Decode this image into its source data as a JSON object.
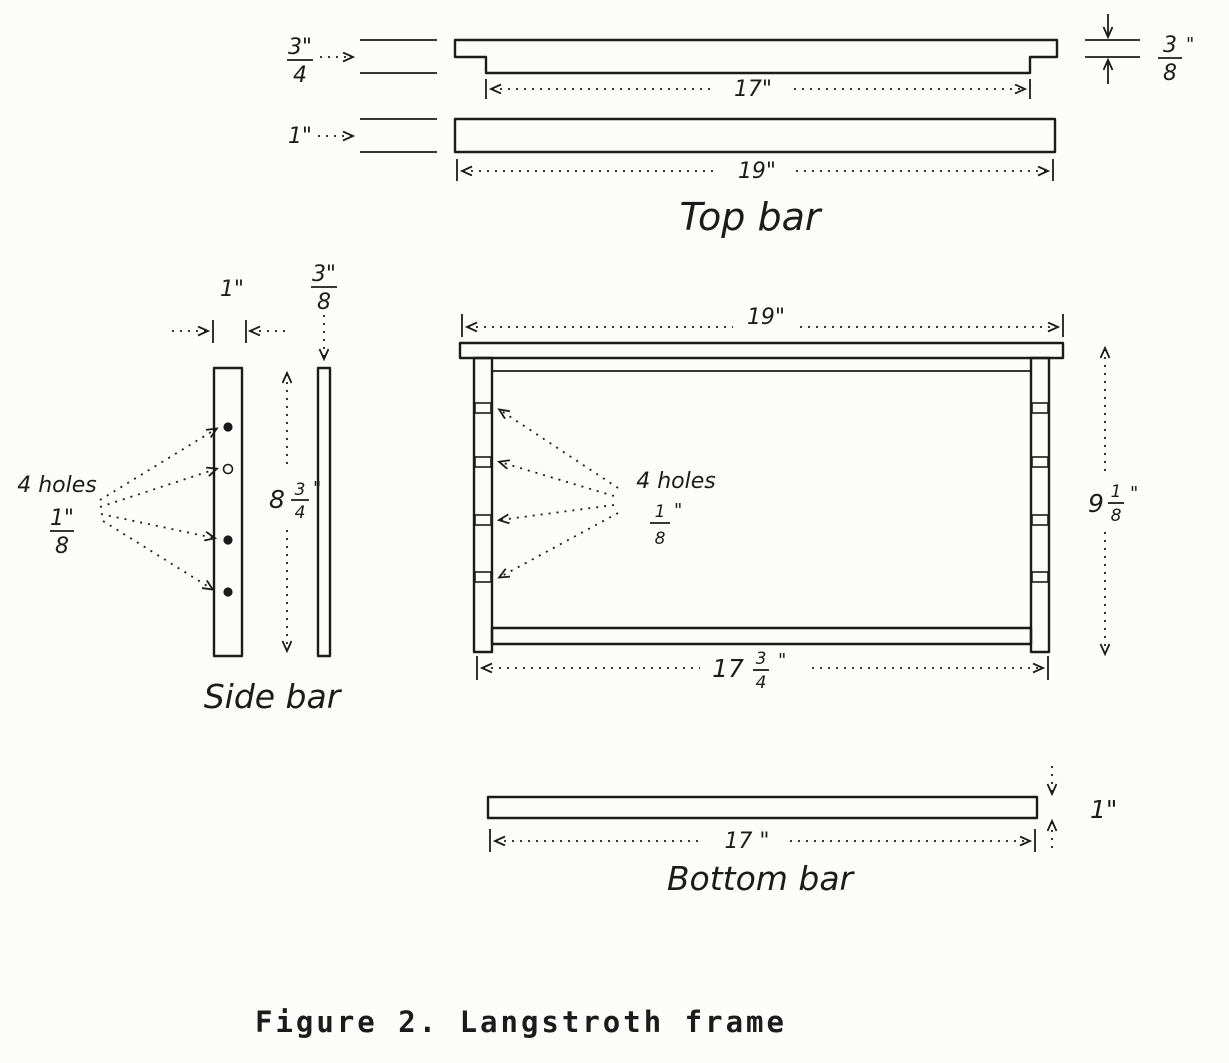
{
  "colors": {
    "ink": "#1b1b1b",
    "paper": "#fcfcfa"
  },
  "figure": {
    "caption": "Figure 2. Langstroth frame"
  },
  "top_bar": {
    "label": "Top bar",
    "profile": {
      "length": "17\"",
      "mid_thickness_num": "3\"",
      "mid_thickness_den": "4",
      "end_thickness_num": "3",
      "end_thickness_den": "8",
      "end_thickness_unit": "\""
    },
    "plan": {
      "thickness": "1\"",
      "length": "19\""
    }
  },
  "side_bar": {
    "label": "Side bar",
    "width": "1\"",
    "thickness_num": "3\"",
    "thickness_den": "8",
    "height_whole": "8",
    "height_num": "3",
    "height_den": "4",
    "height_unit": "\"",
    "holes_label": "4 holes",
    "hole_size_num": "1\"",
    "hole_size_den": "8"
  },
  "frame": {
    "top_length": "19\"",
    "holes_label": "4 holes",
    "hole_size_num": "1",
    "hole_size_den": "8",
    "hole_size_unit": "\"",
    "height_whole": "9",
    "height_num": "1",
    "height_den": "8",
    "height_unit": "\"",
    "bottom_length_whole": "17",
    "bottom_length_num": "3",
    "bottom_length_den": "4",
    "bottom_length_unit": "\""
  },
  "bottom_bar": {
    "label": "Bottom bar",
    "length": "17 \"",
    "thickness": "1\""
  }
}
